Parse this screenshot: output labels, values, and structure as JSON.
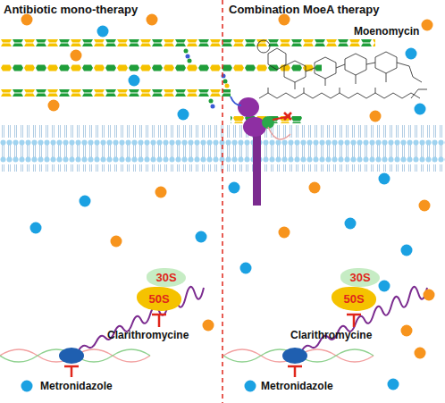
{
  "diagram": {
    "nodes": [
      {
        "text": [
          "30S"
        ]
      },
      {
        "text": [
          "50S"
        ]
      },
      {
        "text": [
          "30S"
        ]
      },
      {
        "text": [
          "50S"
        ]
      }
    ],
    "labels": [
      "Antibiotic mono-therapy",
      "Combination MoeA therapy",
      "Moenomycin",
      "Clarithromycine",
      "Metronidazole",
      "Clarithromycine",
      "Metronidazole"
    ]
  }
}
